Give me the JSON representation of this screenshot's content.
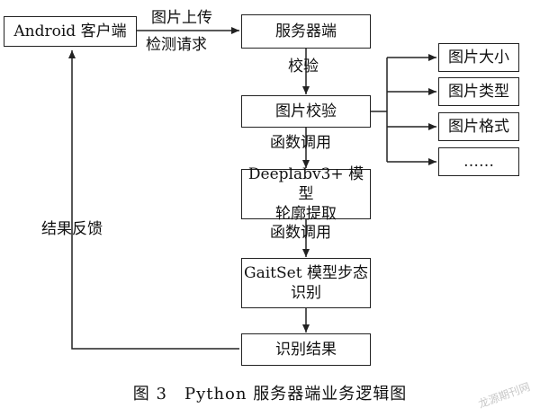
{
  "nodes": {
    "android_client": "Android 客户端",
    "server": "服务器端",
    "image_check": "图片校验",
    "deeplab_line1": "Deeplabv3+ 模型",
    "deeplab_line2": "轮廓提取",
    "gaitset_line1": "GaitSet 模型步态",
    "gaitset_line2": "识别",
    "result": "识别结果",
    "size": "图片大小",
    "type": "图片类型",
    "format": "图片格式",
    "more": "……"
  },
  "edges": {
    "upload_line1": "图片上传",
    "upload_line2": "检测请求",
    "verify": "校验",
    "call1": "函数调用",
    "call2": "函数调用",
    "feedback": "结果反馈"
  },
  "caption": "图 3　Python 服务器端业务逻辑图",
  "watermark": "龙源期刊网"
}
